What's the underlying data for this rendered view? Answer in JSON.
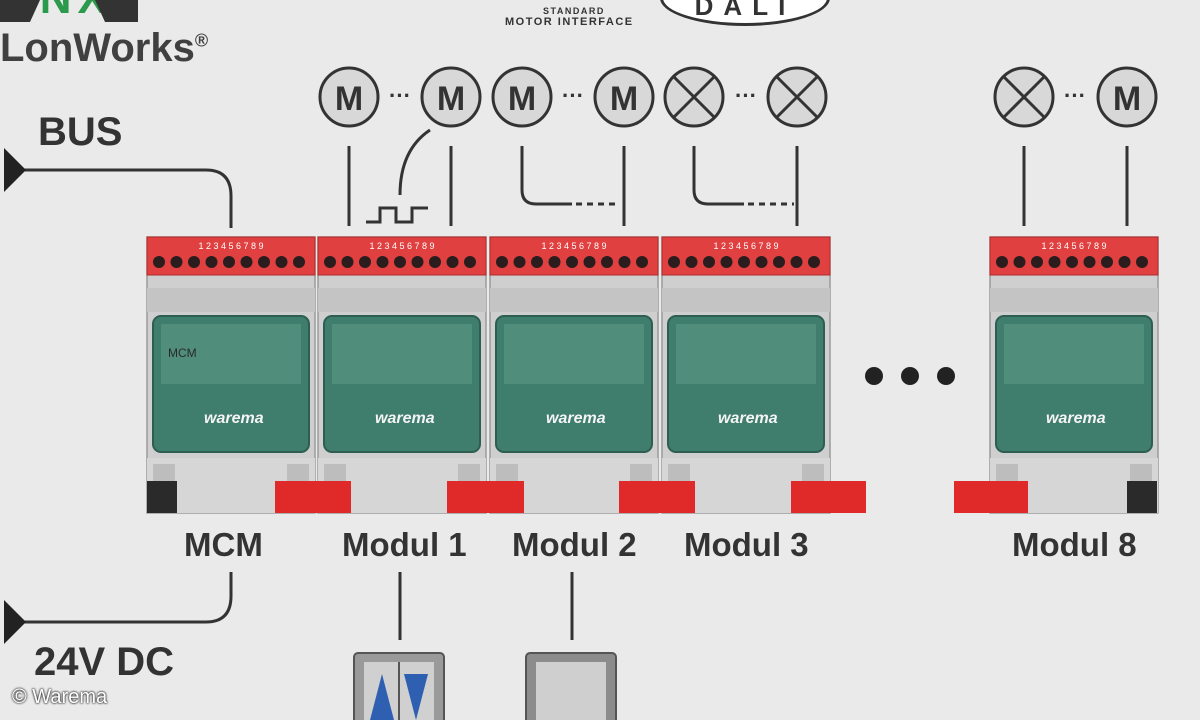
{
  "logos": {
    "knx": "KNX",
    "lonworks": "LonWorks",
    "registered": "®",
    "smi_caption": "MOTOR INTERFACE",
    "smi_standard": "STANDARD",
    "dali": "DALI"
  },
  "connections": {
    "bus_label": "BUS",
    "power_label": "24V DC"
  },
  "modules": [
    {
      "name": "MCM",
      "brand": "warema",
      "tag": "MCM"
    },
    {
      "name": "Modul 1",
      "brand": "warema"
    },
    {
      "name": "Modul 2",
      "brand": "warema"
    },
    {
      "name": "Modul 3",
      "brand": "warema"
    },
    {
      "name": "Modul 8",
      "brand": "warema"
    }
  ],
  "devices": {
    "motor_symbol": "M",
    "ellipsis": "···"
  },
  "terminal_numbers": "1 2 3 4 5 6 7 8 9",
  "credit": "© Warema",
  "colors": {
    "terminal_red": "#e04040",
    "module_grey": "#cfcfcf",
    "cover_green": "#3f7d6c",
    "connector_red": "#e02a2a"
  }
}
